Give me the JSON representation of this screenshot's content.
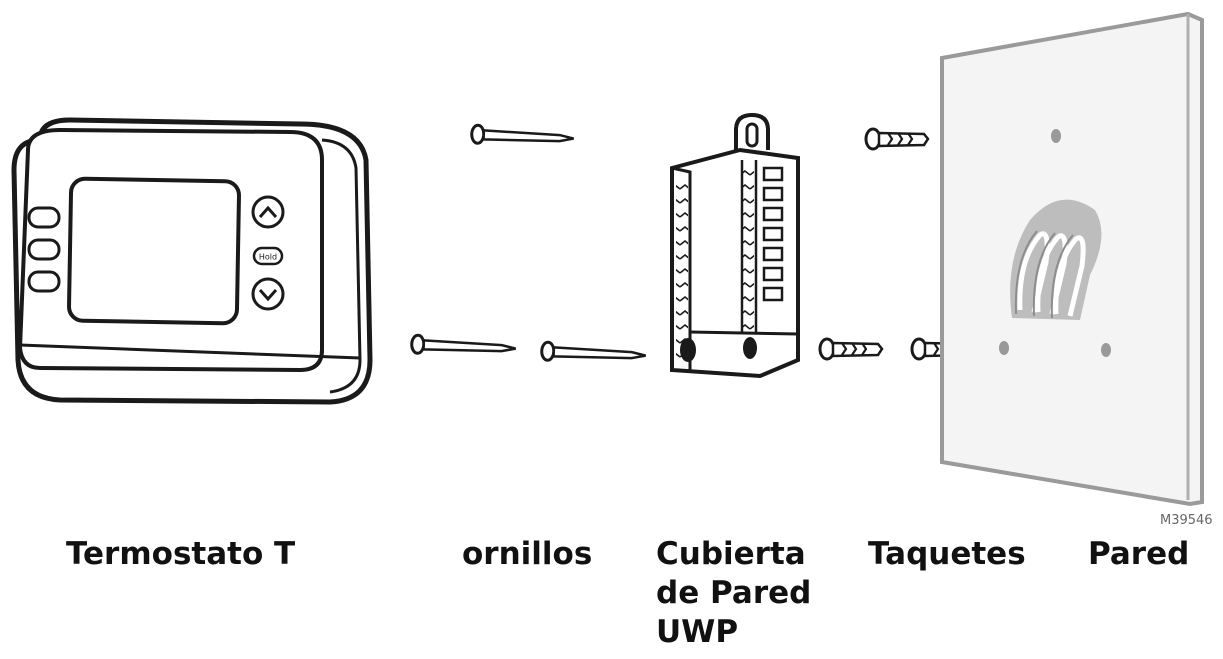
{
  "labels": {
    "thermostat": "Termostato T",
    "screws": "ornillos",
    "cover": [
      "Cubierta",
      "de Pared",
      "UWP"
    ],
    "anchors": "Taquetes",
    "wall": "Pared"
  },
  "figure_code": "M39546",
  "thermostat_hold_button": "Hold",
  "colors": {
    "line": "#1a1a1a",
    "wall_panel": "#f4f4f4",
    "wall_edge": "#9a9a9a",
    "wall_logo": "#bdbdbd",
    "text": "#111111"
  },
  "icons": {
    "up": "chevron-up-icon",
    "down": "chevron-down-icon"
  }
}
